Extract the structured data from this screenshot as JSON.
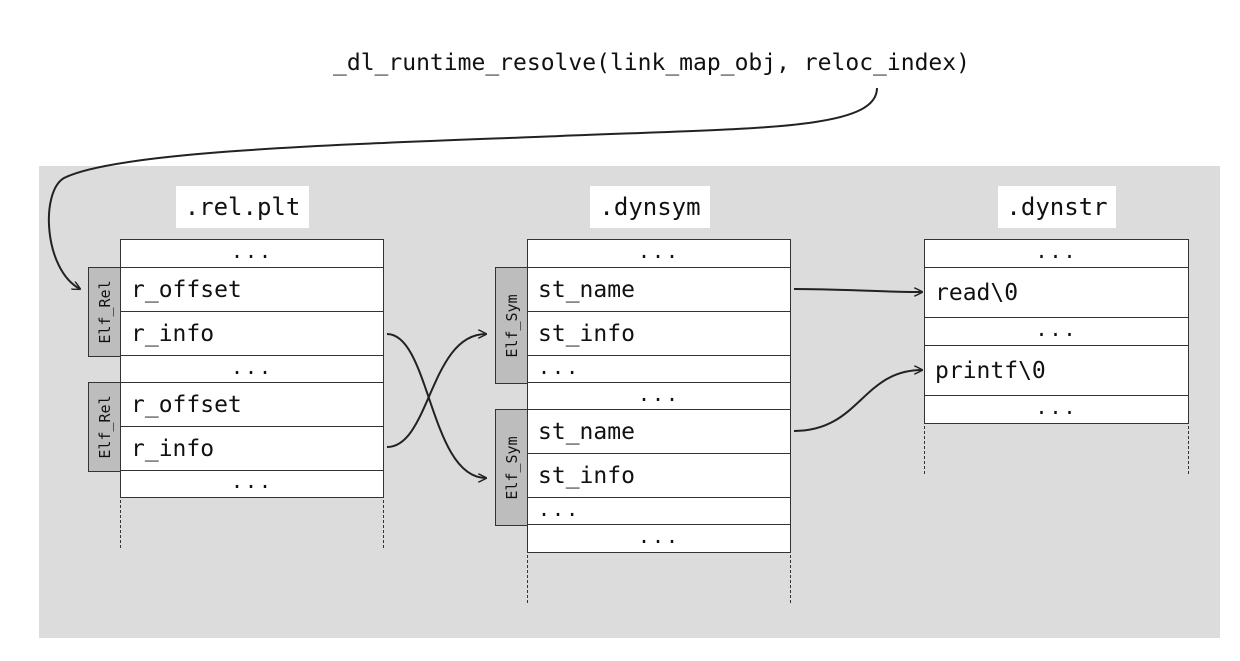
{
  "call": {
    "text": "_dl_runtime_resolve(link_map_obj, reloc_index)"
  },
  "sections": {
    "relplt": {
      "title": ".rel.plt",
      "struct_label": "Elf_Rel",
      "rows": [
        "...",
        "r_offset",
        "r_info",
        "...",
        "r_offset",
        "r_info",
        "..."
      ]
    },
    "dynsym": {
      "title": ".dynsym",
      "struct_label": "Elf_Sym",
      "rows": [
        "...",
        "st_name",
        "st_info",
        "...",
        "...",
        "st_name",
        "st_info",
        "...",
        "..."
      ]
    },
    "dynstr": {
      "title": ".dynstr",
      "rows": [
        "...",
        "read\\0",
        "...",
        "printf\\0",
        "..."
      ]
    }
  },
  "colors": {
    "panel": "#dcdcdc",
    "struct_tab": "#bdbdbd",
    "cell": "#ffffff",
    "line": "#222222"
  }
}
